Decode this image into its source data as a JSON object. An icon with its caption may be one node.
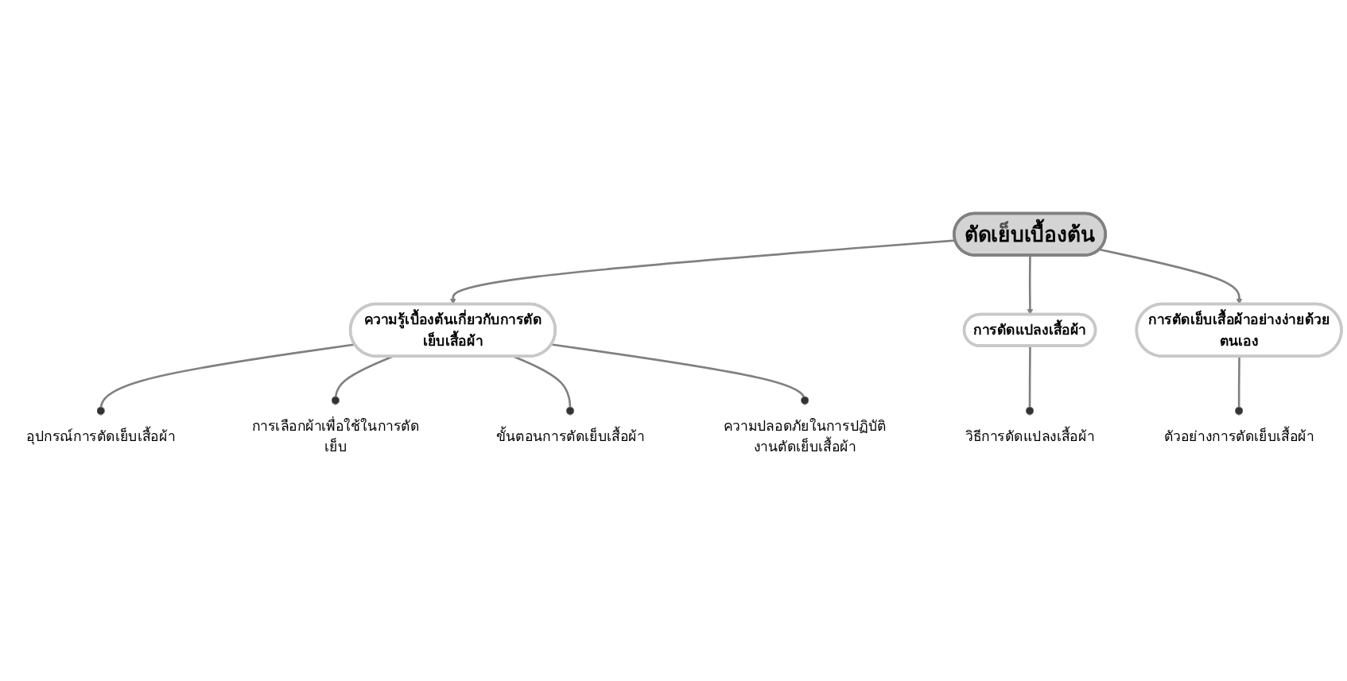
{
  "diagram": {
    "nodes": [
      {
        "text": [
          "ตัดเย็บเบื้องต้น"
        ]
      },
      {
        "text": [
          "ความรู้เบื้องต้นเกี่ยวกับการตัดเย็บเสื้อผ้า"
        ]
      },
      {
        "text": [
          "การดัดแปลงเสื้อผ้า"
        ]
      },
      {
        "text": [
          "การตัดเย็บเสื้อผ้าอย่างง่ายด้วยตนเอง"
        ]
      },
      {
        "text": [
          "อุปกรณ์การตัดเย็บเสื้อผ้า"
        ]
      },
      {
        "text": [
          "การเลือกผ้าเพื่อใช้ในการตัดเย็บ"
        ]
      },
      {
        "text": [
          "ขั้นตอนการตัดเย็บเสื้อผ้า"
        ]
      },
      {
        "text": [
          "ความปลอดภัยในการปฏิบัติงานตัดเย็บเสื้อผ้า"
        ]
      },
      {
        "text": [
          "วิธีการดัดแปลงเสื้อผ้า"
        ]
      },
      {
        "text": [
          "ตัวอย่างการตัดเย็บเสื้อผ้า"
        ]
      }
    ],
    "edges": [
      {
        "from": 0,
        "to": 1,
        "arrow": "to"
      },
      {
        "from": 0,
        "to": 2,
        "arrow": "to"
      },
      {
        "from": 0,
        "to": 3,
        "arrow": "to"
      },
      {
        "from": 1,
        "to": 4,
        "arrow": "other"
      },
      {
        "from": 1,
        "to": 5,
        "arrow": "other"
      },
      {
        "from": 1,
        "to": 6,
        "arrow": "other"
      },
      {
        "from": 1,
        "to": 7,
        "arrow": "other"
      },
      {
        "from": 2,
        "to": 8,
        "arrow": "other"
      },
      {
        "from": 3,
        "to": 9,
        "arrow": "other"
      }
    ]
  }
}
